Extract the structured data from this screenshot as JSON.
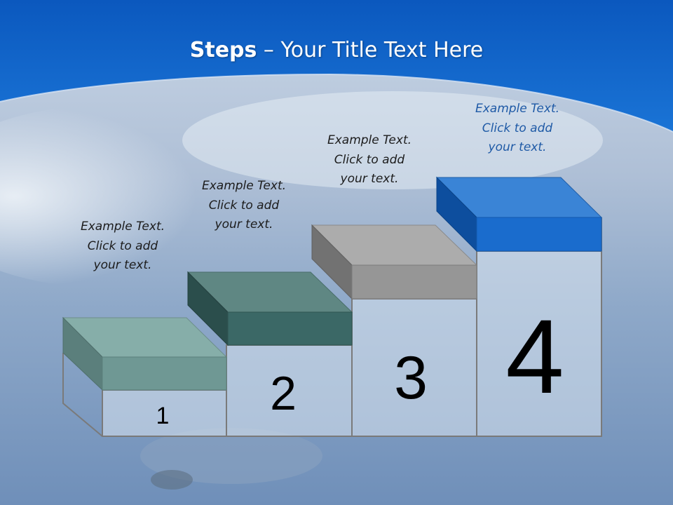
{
  "slide": {
    "title_bold": "Steps",
    "title_rest": " – Your Title Text Here"
  },
  "steps": [
    {
      "number": "1",
      "caption": [
        "Example Text.",
        "Click  to add",
        "your text."
      ]
    },
    {
      "number": "2",
      "caption": [
        "Example Text.",
        "Click  to add",
        "your text."
      ]
    },
    {
      "number": "3",
      "caption": [
        "Example Text.",
        "Click  to add",
        "your text."
      ]
    },
    {
      "number": "4",
      "caption": [
        "Example Text.",
        "Click  to add",
        "your text."
      ]
    }
  ],
  "colors": {
    "banner": "#0f63c7",
    "step1": "#7fa8a2",
    "step2": "#3c6b68",
    "step3": "#9a9a9a",
    "step4": "#1d6fcf"
  }
}
